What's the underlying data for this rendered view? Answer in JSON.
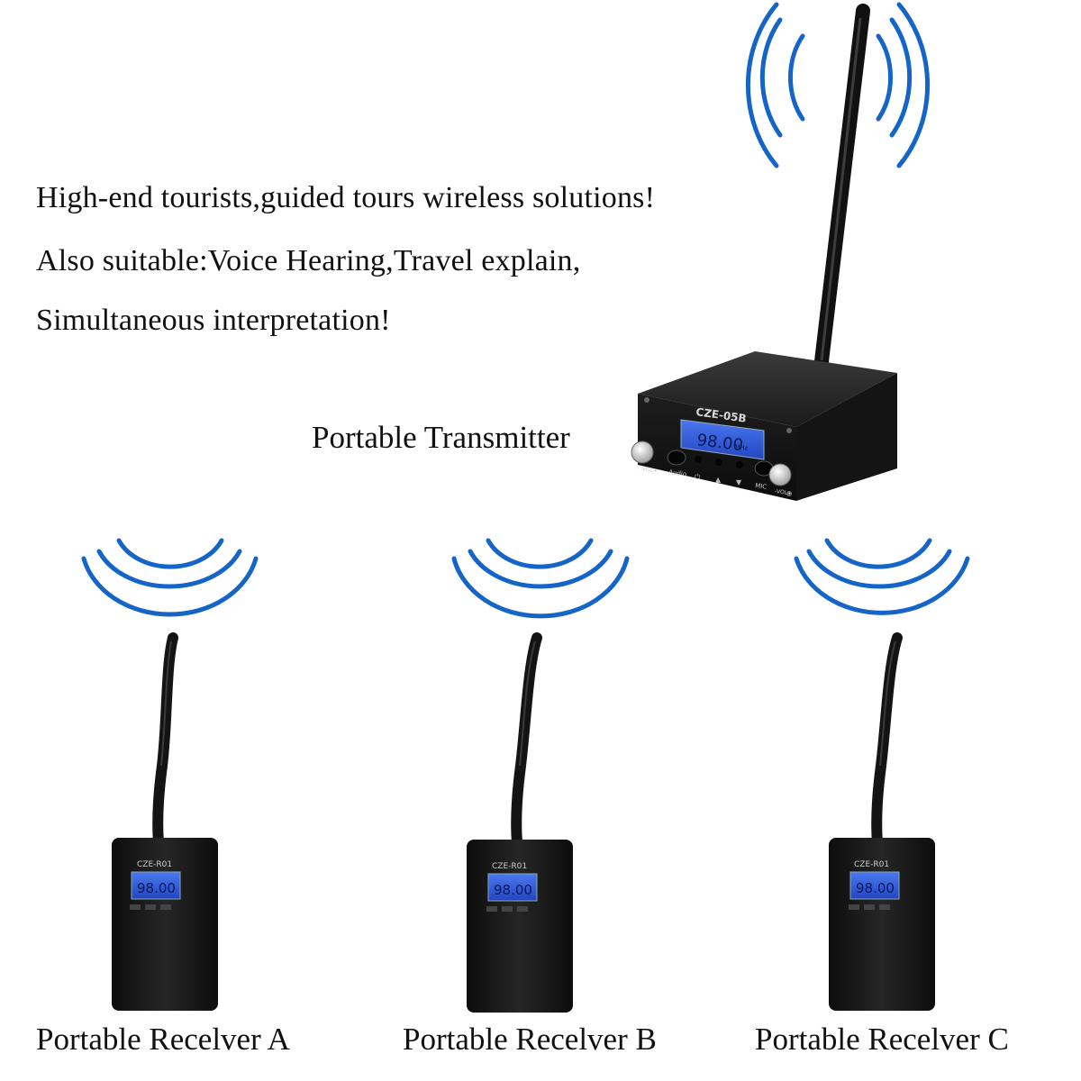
{
  "headline": {
    "line1": "High-end tourists,guided tours wireless solutions!",
    "line2": "Also suitable:Voice Hearing,Travel explain,",
    "line3": "Simultaneous interpretation!"
  },
  "transmitter": {
    "label": "Portable Transmitter",
    "model": "CZE-05B",
    "display": "98.00",
    "unit": "MHz",
    "knob_left": "-VOL+",
    "knob_right": "-VOL+",
    "port_audio": "Audio",
    "port_mic": "MIC",
    "buttons": [
      "⏻",
      "▲",
      "▼"
    ]
  },
  "receivers": [
    {
      "label": "Portable Recelver A",
      "model": "CZE-R01",
      "display": "98.00"
    },
    {
      "label": "Portable Recelver B",
      "model": "CZE-R01",
      "display": "98.00"
    },
    {
      "label": "Portable Recelver C",
      "model": "CZE-R01",
      "display": "98.00"
    }
  ],
  "colors": {
    "signal_wave": "#1565c8",
    "device_body": "#1a1a1a",
    "lcd": "#2f5bd8"
  },
  "icons": [
    "signal-wave-icon",
    "power-icon",
    "up-arrow-icon",
    "down-arrow-icon"
  ]
}
